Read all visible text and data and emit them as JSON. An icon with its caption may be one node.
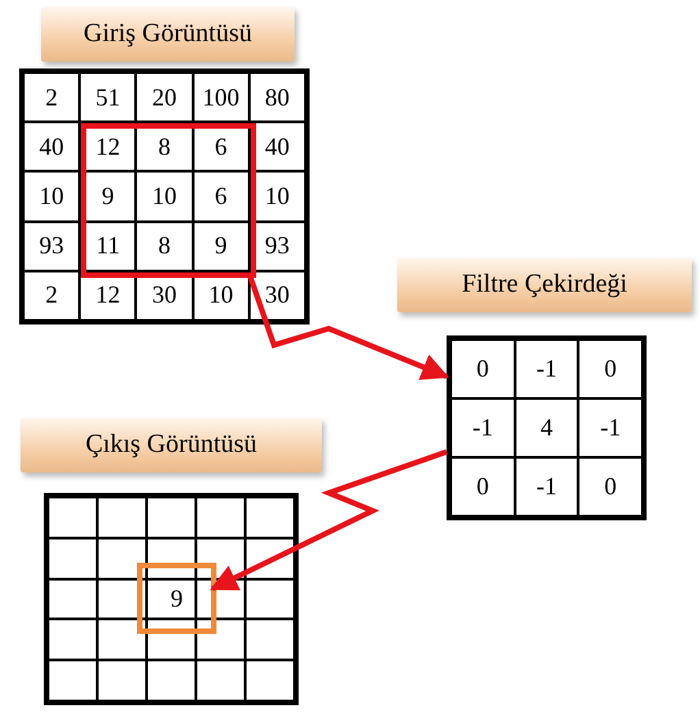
{
  "diagram": {
    "nodes": [
      {
        "text": [
          "Giriş Görüntüsü"
        ]
      },
      {
        "text": [],
        "shape": "box",
        "in": 0
      },
      {
        "text": [
          "Filtre Çekirdeği"
        ]
      },
      {
        "text": [
          "Çıkış Görüntüsü"
        ]
      },
      {
        "text": [
          "9"
        ],
        "in": 3
      }
    ],
    "edges": [
      {
        "from": 1,
        "to": 2,
        "arrow": "to"
      },
      {
        "from": 2,
        "to": 4,
        "arrow": "to"
      }
    ],
    "labels": [
      "2",
      "51",
      "20",
      "100",
      "80",
      "40",
      "12",
      "8",
      "6",
      "40",
      "10",
      "9",
      "10",
      "6",
      "10",
      "93",
      "11",
      "8",
      "9",
      "93",
      "2",
      "12",
      "30",
      "10",
      "30",
      "0",
      "-1",
      "0",
      "-1",
      "4",
      "-1",
      "0",
      "-1",
      "0"
    ]
  }
}
